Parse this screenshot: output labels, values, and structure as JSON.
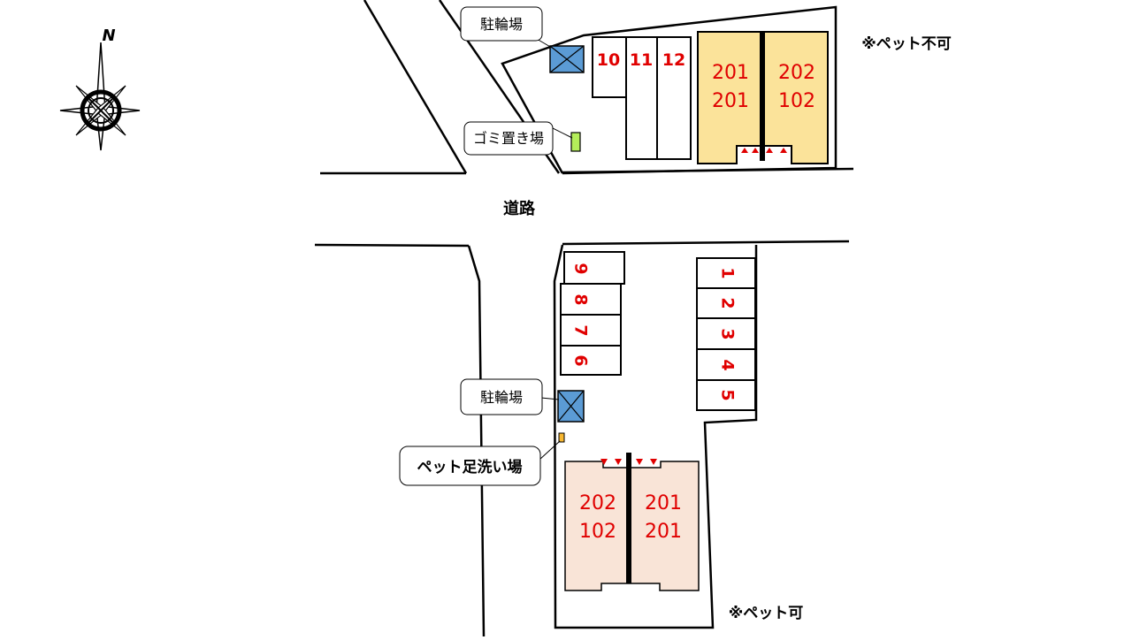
{
  "compass": {
    "north_label": "N"
  },
  "road_label": "道路",
  "north": {
    "note": "※ペット不可",
    "bike_label": "駐輪場",
    "trash_label": "ゴミ置き場",
    "parking": [
      "10",
      "11",
      "12"
    ],
    "units_left": [
      "201",
      "201"
    ],
    "units_right": [
      "202",
      "102"
    ]
  },
  "south": {
    "note": "※ペット可",
    "bike_label": "駐輪場",
    "pet_wash_label": "ペット足洗い場",
    "parking_left": [
      "9",
      "8",
      "7",
      "6"
    ],
    "parking_right": [
      "1",
      "2",
      "3",
      "4",
      "5"
    ],
    "units_left": [
      "202",
      "102"
    ],
    "units_right": [
      "201",
      "201"
    ]
  },
  "colors": {
    "north_building": "#fbe39a",
    "south_building": "#f9e4d7",
    "bike_box": "#5b9bd5",
    "trash_box": "#b4ee5a",
    "pet_wash_box": "#f7b731",
    "number_red": "#e00000"
  }
}
